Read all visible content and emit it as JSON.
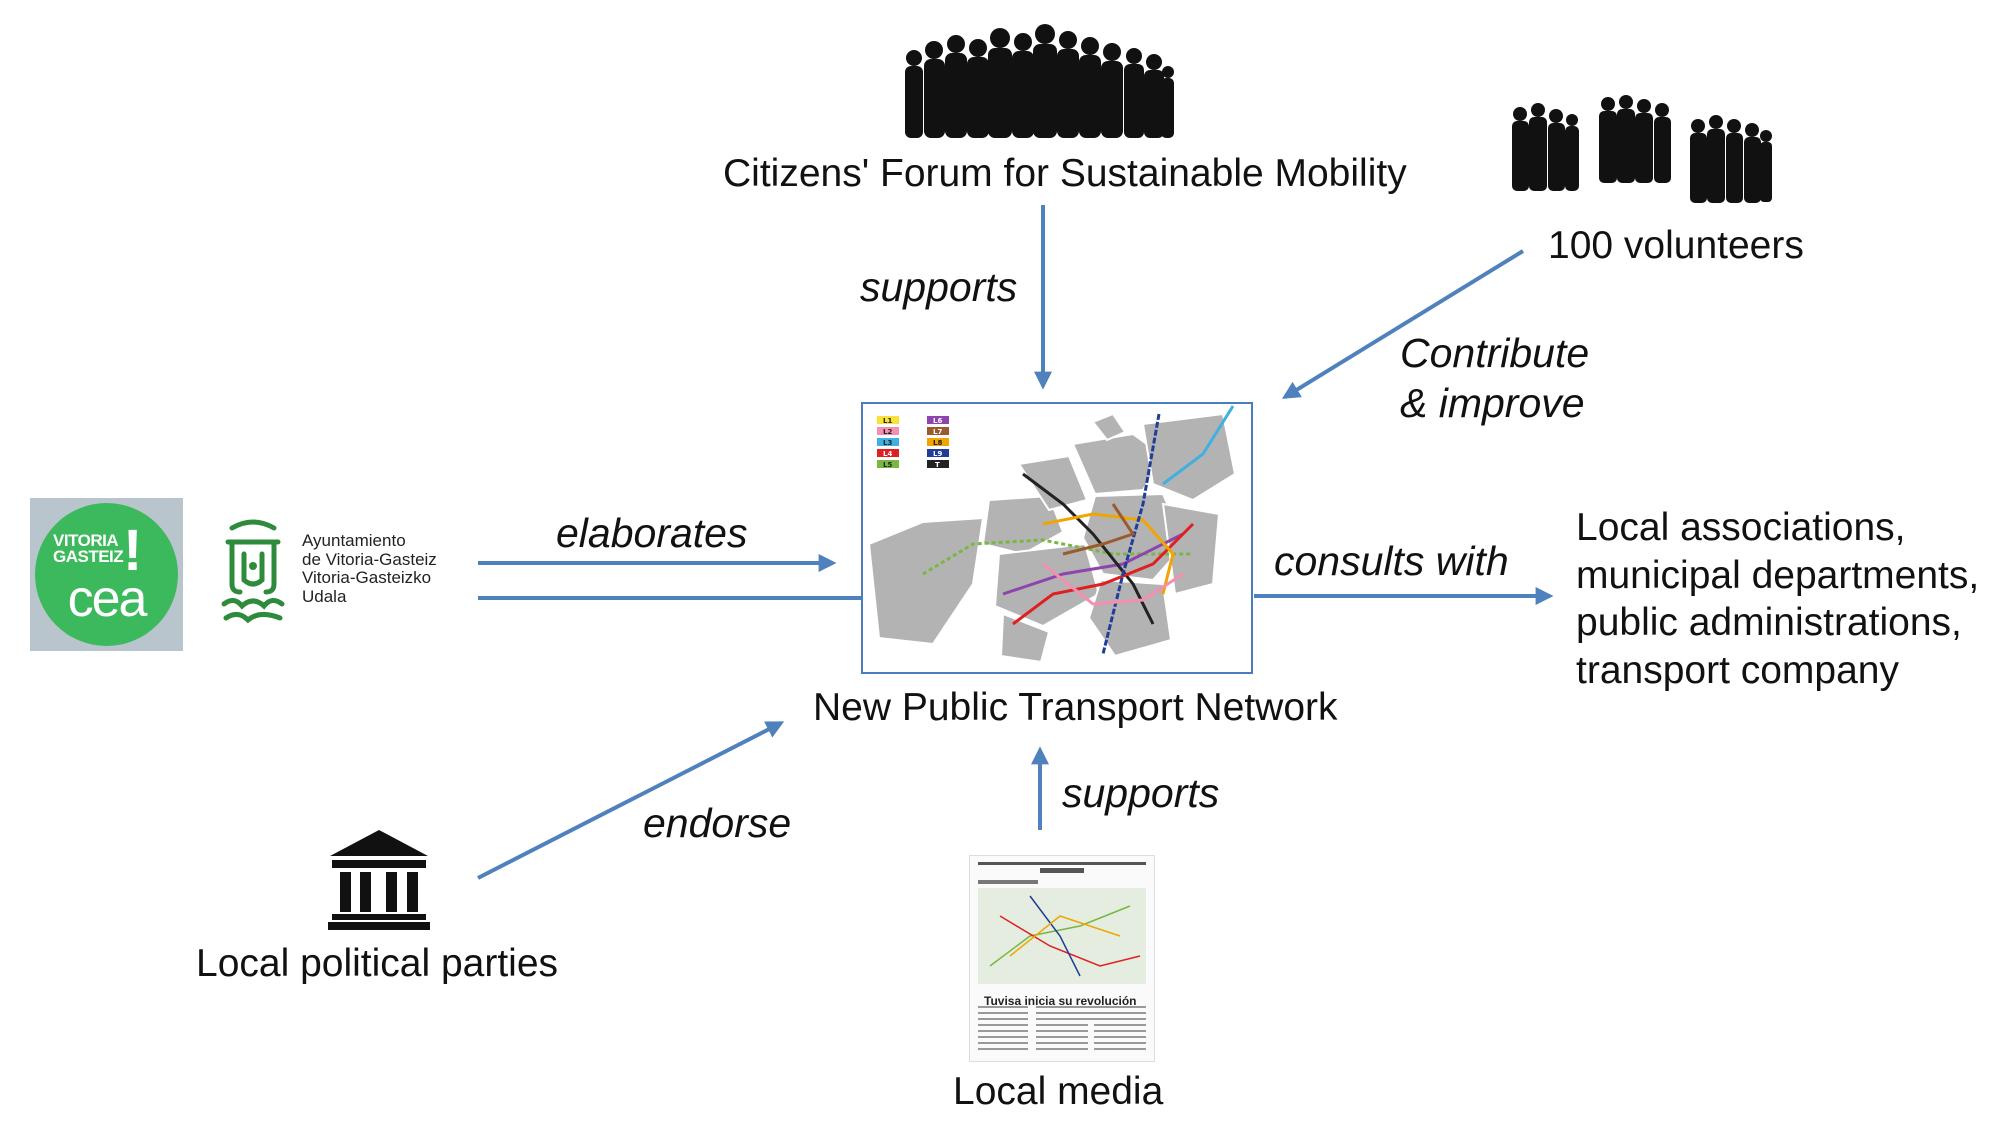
{
  "colors": {
    "arrow": "#4f81bd",
    "silhouette": "#111111",
    "cea_green": "#3cb95c",
    "ayto_green": "#2e8b3c",
    "map_border": "#4a7cc0"
  },
  "nodes": {
    "forum": "Citizens' Forum for Sustainable Mobility",
    "volunteers": "100 volunteers",
    "network": "New Public Transport Network",
    "stakeholders": "Local associations,\nmunicipal departments,\npublic administrations,\ntransport company",
    "parties": "Local political parties",
    "media": "Local media"
  },
  "relations": {
    "forum_supports": "supports",
    "volunteers_contribute": "Contribute\n& improve",
    "elaborates": "elaborates",
    "consults_with": "consults with",
    "endorse": "endorse",
    "media_supports": "supports"
  },
  "logos": {
    "cea_city": "VITORIA\nGASTEIZ",
    "cea_mark": "!",
    "cea_word": "cea",
    "ayuntamiento": "Ayuntamiento\nde Vitoria-Gasteiz\nVitoria-Gasteizko\nUdala"
  },
  "map_legend": [
    "L1",
    "L2",
    "L3",
    "L4",
    "L5",
    "L6",
    "L7",
    "L8",
    "L9",
    "T"
  ],
  "newspaper_headline": "Tuvisa inicia su revolución",
  "icons": {
    "crowd": "crowd-silhouette-icon",
    "volunteers": "volunteers-silhouette-icon",
    "parliament": "parliament-building-icon",
    "newspaper": "newspaper-icon",
    "map": "transport-map-icon"
  }
}
